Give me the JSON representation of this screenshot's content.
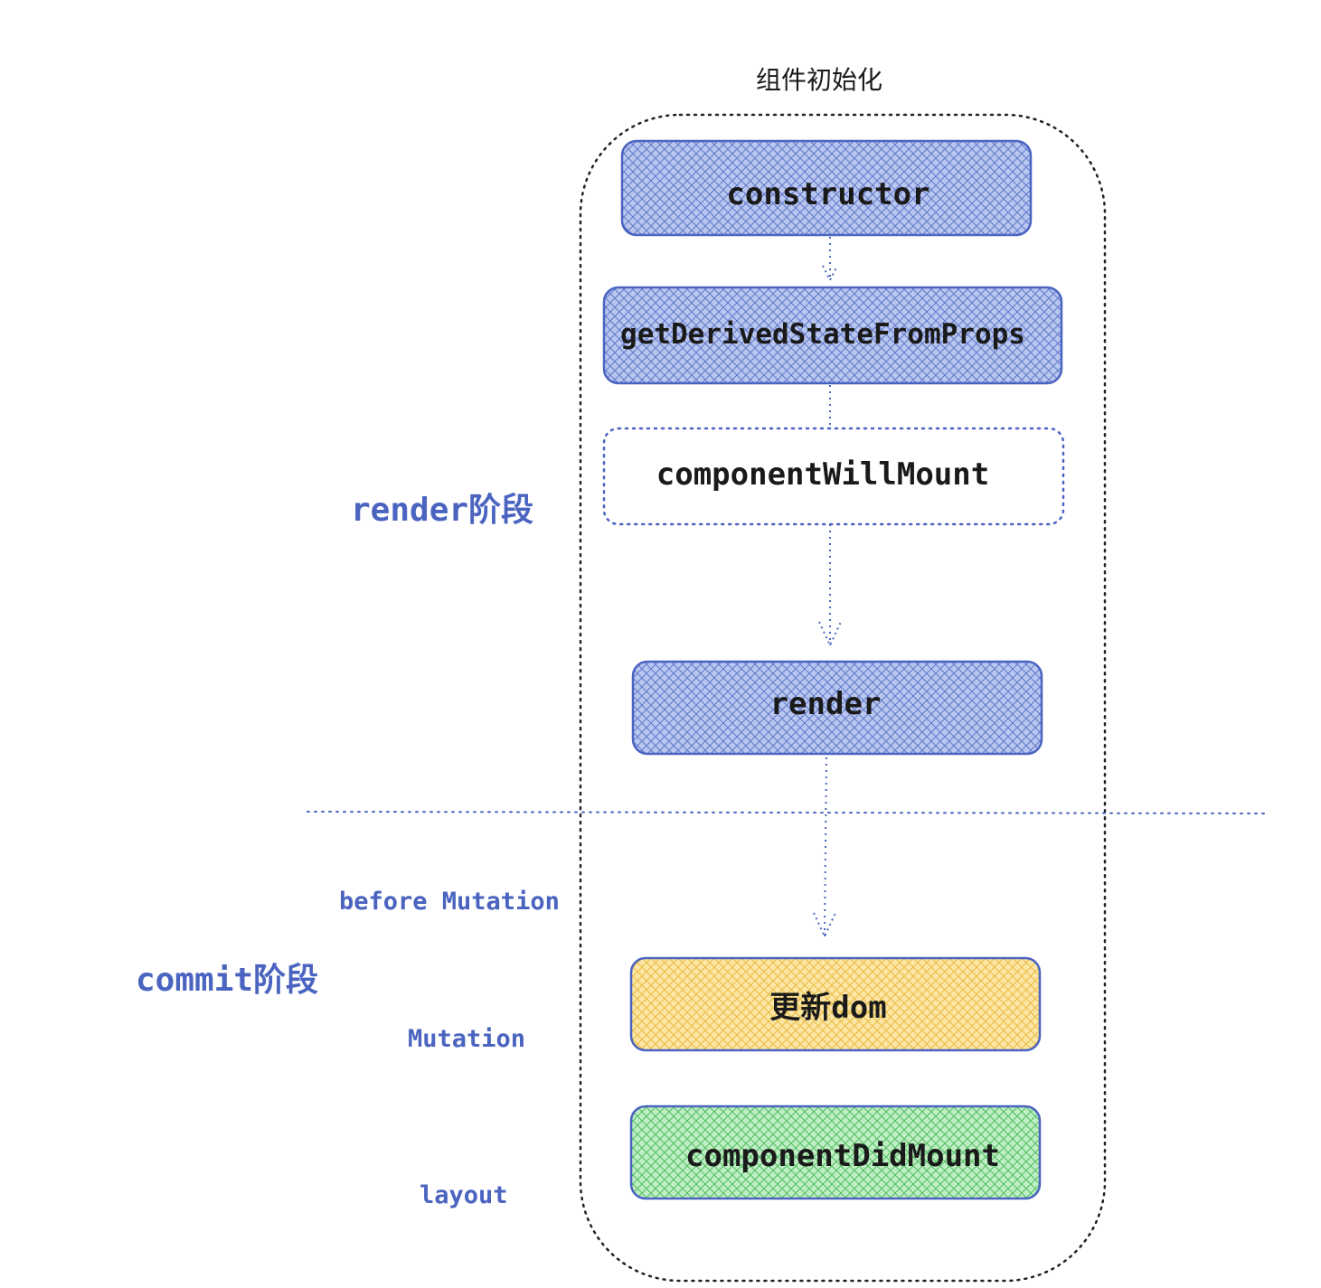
{
  "title": "组件初始化",
  "nodes": {
    "constructor": "constructor",
    "getDerivedStateFromProps": "getDerivedStateFromProps",
    "componentWillMount": "componentWillMount",
    "render": "render",
    "update_dom": "更新dom",
    "componentDidMount": "componentDidMount"
  },
  "phases": {
    "render_phase": "render阶段",
    "commit_phase": "commit阶段",
    "before_mutation": "before Mutation",
    "mutation": "Mutation",
    "layout": "layout"
  },
  "colors": {
    "blue_fill": "#6f86d6",
    "blue_border": "#4a64c0",
    "yellow_fill": "#f2c94c",
    "green_fill": "#5cc96b",
    "phase_text": "#4a64c0",
    "dotted": "#222222"
  }
}
